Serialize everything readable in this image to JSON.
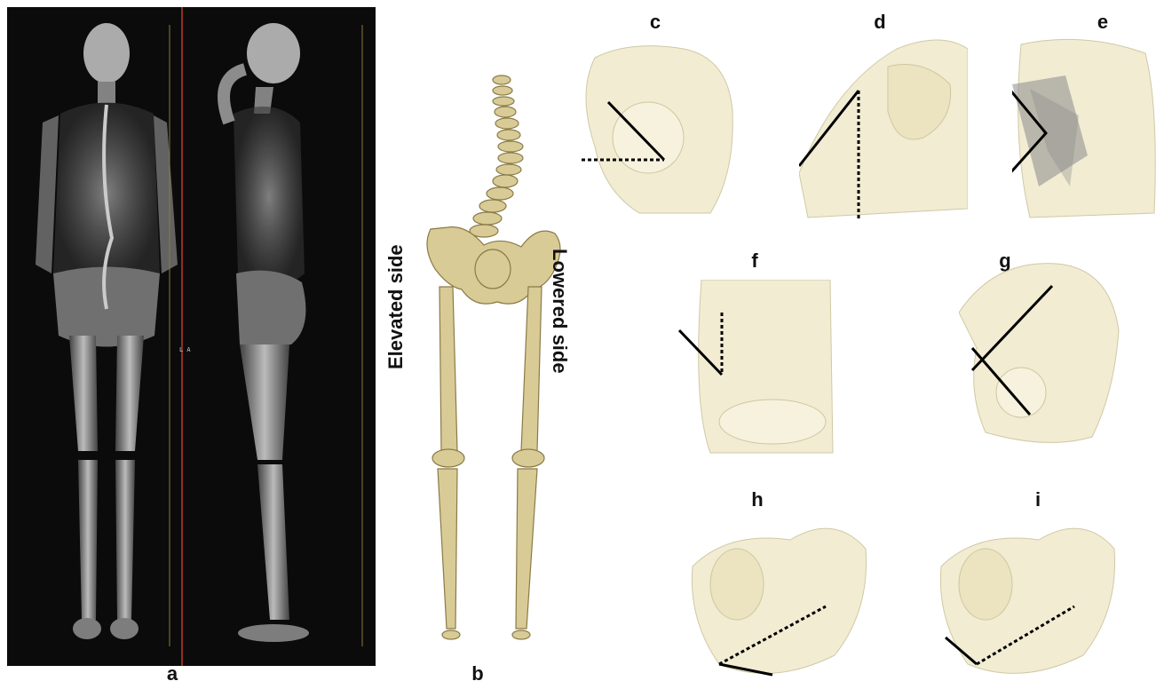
{
  "panels": {
    "a": "a",
    "b": "b",
    "c": "c",
    "d": "d",
    "e": "e",
    "f": "f",
    "g": "g",
    "h": "h",
    "i": "i"
  },
  "side_labels": {
    "elevated": "Elevated side",
    "lowered": "Lowered side"
  },
  "xray": {
    "orientation_marker": "L A"
  },
  "colors": {
    "xray_background": "#0b0b0b",
    "bone_tan": "#d9cb95",
    "bone_outline": "#8a7a48",
    "pelvis_translucent": "#f1ecd2",
    "line_black": "#000000",
    "red_divider": "#c0392b"
  }
}
